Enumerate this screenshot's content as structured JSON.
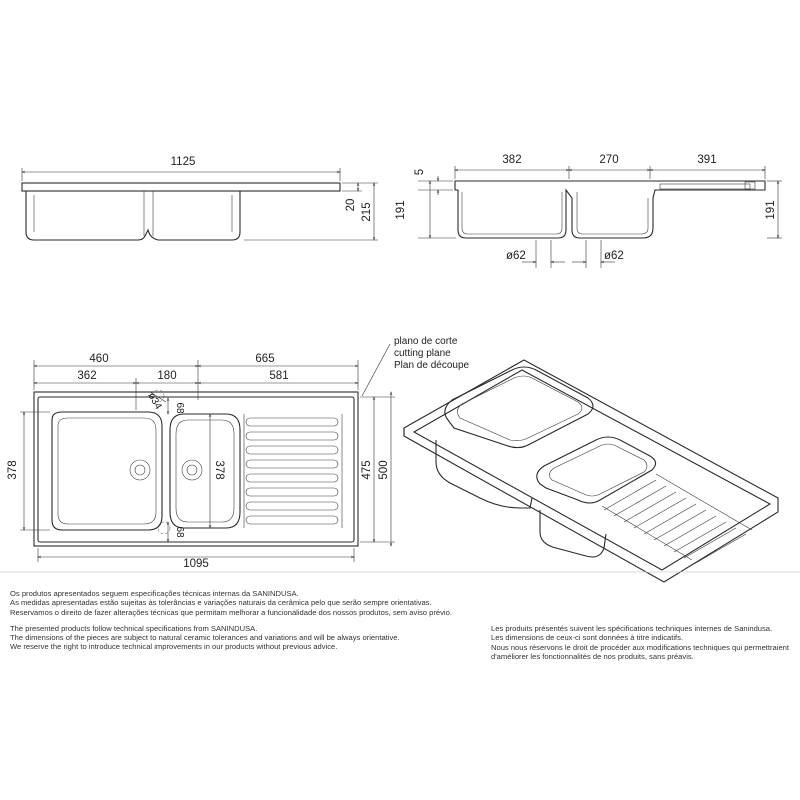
{
  "dimensions": {
    "side_length": "1125",
    "side_rim": "20",
    "side_height": "215",
    "section_rim": "5",
    "section_height": "191",
    "section_bowl1": "382",
    "section_bowl2": "270",
    "section_drainer": "391",
    "drain_dia_1": "ø62",
    "drain_dia_2": "ø62",
    "plan_left": "460",
    "plan_right": "665",
    "plan_bowl1": "362",
    "plan_bowl2": "180",
    "plan_drainer": "581",
    "tap_hole": "ø34",
    "offset_top": "68",
    "offset_bottom": "68",
    "bowl_depth_left": "378",
    "bowl_depth_right": "378",
    "inner_depth": "475",
    "outer_depth": "500",
    "cut_length": "1095"
  },
  "callout": {
    "line1": "plano de corte",
    "line2": "cutting plane",
    "line3": "Plan de découpe"
  },
  "notes": {
    "pt": [
      "Os produtos apresentados seguem especificações técnicas internas da SANINDUSA.",
      "As medidas apresentadas estão sujeitas às tolerâncias e variações naturais da cerâmica pelo que serão sempre orientativas.",
      "Reservamos o direito de fazer alterações técnicas que permitam melhorar a funcionalidade dos nossos produtos, sem aviso prévio."
    ],
    "en": [
      "The presented products follow technical specifications from SANINDUSA.",
      "The dimensions of the pieces are subject to natural ceramic tolerances and variations and will be always orientative.",
      "We reserve the right to introduce technical improvements in our products without previous advice."
    ],
    "fr": [
      "Les produits présentés suivent les spécifications techniques internes de Sanindusa.",
      "Les dimensions de ceux-ci sont données à titre indicatifs.",
      "Nous nous réservons le droit de procéder aux modifications techniques qui permettraient",
      "d'améliorer les fonctionnalités de nos produits, sans préavis."
    ]
  }
}
